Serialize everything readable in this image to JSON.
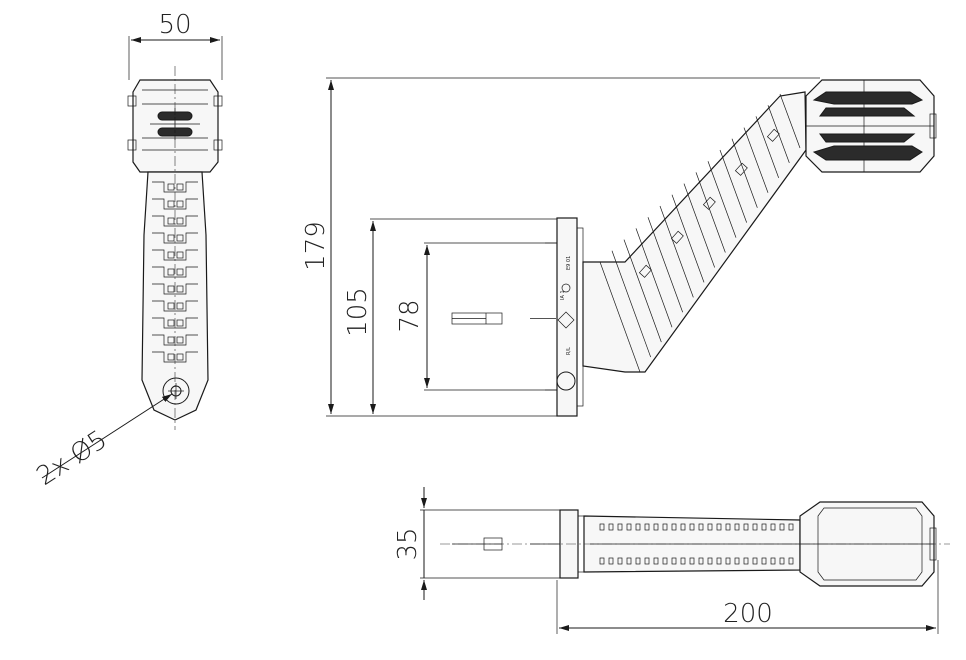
{
  "dimensions": {
    "width_top": "50",
    "height_total": "179",
    "height_plate": "105",
    "mount_spacing": "78",
    "depth": "35",
    "length": "200",
    "hole_callout": "2x Ø5"
  },
  "plate_marking": {
    "text_1": "E9 01",
    "text_2": "R/L",
    "text_3": "IA 1"
  }
}
